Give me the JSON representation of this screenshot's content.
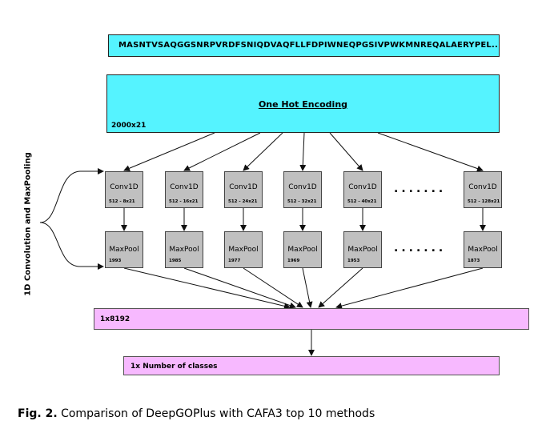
{
  "sequence": "MASNTVSAQGGSNRPVRDFSNIQDVAQFLLFDPIWNEQPGSIVPWKMNREQALAERYPEL...",
  "encoding": {
    "title": "One Hot Encoding",
    "dim": "2000x21"
  },
  "side_label": "1D Convolution and MaxPooling",
  "conv_label": "Conv1D",
  "pool_label": "MaxPool",
  "conv_nodes": [
    {
      "size": "512 - 8x21"
    },
    {
      "size": "512 - 16x21"
    },
    {
      "size": "512 - 24x21"
    },
    {
      "size": "512 - 32x21"
    },
    {
      "size": "512 - 40x21"
    },
    {
      "size": "512 - 128x21"
    }
  ],
  "pool_nodes": [
    {
      "size": "1993"
    },
    {
      "size": "1985"
    },
    {
      "size": "1977"
    },
    {
      "size": "1969"
    },
    {
      "size": "1953"
    },
    {
      "size": "1873"
    }
  ],
  "ellipsis": ".......",
  "flatten": "1x8192",
  "output": "1x Number of classes",
  "caption": {
    "label": "Fig. 2.",
    "text": " Comparison of DeepGOPlus with CAFA3 top 10 methods"
  }
}
